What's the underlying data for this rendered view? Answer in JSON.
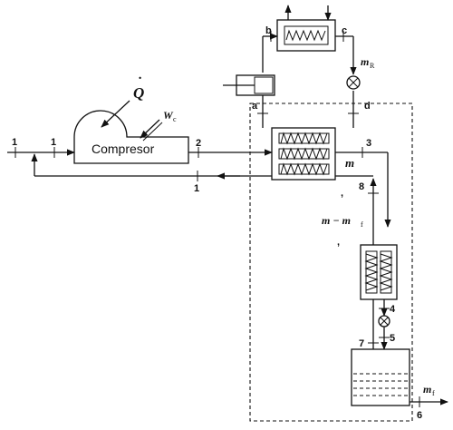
{
  "diagram": {
    "compressor_label": "Compresor",
    "heat": {
      "symbol": "Q",
      "dot": "˙"
    },
    "work": {
      "symbol": "W",
      "sub": "c"
    },
    "refrigerant": {
      "symbol": "m",
      "sub": "R"
    },
    "main_flow": {
      "symbol": "m"
    },
    "liquid_out": {
      "symbol": "m",
      "sub": "f"
    },
    "return_flow": {
      "symbol": "m − m",
      "sub": "f"
    },
    "states": [
      "1",
      "1",
      "2",
      "1",
      "3",
      "8",
      "4",
      "5",
      "7",
      "6",
      "a",
      "b",
      "c",
      "d"
    ],
    "marks": [
      ",",
      ","
    ]
  }
}
